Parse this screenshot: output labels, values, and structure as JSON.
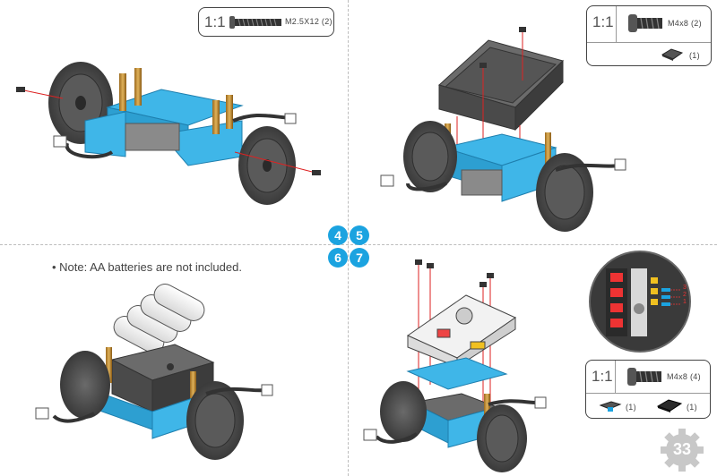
{
  "steps": [
    "4",
    "5",
    "6",
    "7"
  ],
  "step4_parts": {
    "ratio": "1:1",
    "screw_label": "M2.5X12 (2)"
  },
  "step5_parts": {
    "ratio": "1:1",
    "screw_label": "M4x8 (2)",
    "nut_label": "(1)"
  },
  "step6_note": "• Note: AA batteries are not included.",
  "step7_parts": {
    "ratio": "1:1",
    "screw_label": "M4x8 (4)",
    "part_a_label": "(1)",
    "part_b_label": "(1)"
  },
  "port_labels": [
    "3",
    "2",
    "1"
  ],
  "page_number": "33",
  "colors": {
    "accent": "#1ba3e0",
    "robot_blue": "#3fb6e8",
    "dark_gray": "#4a4a4a",
    "divider": "#bdbdbd"
  }
}
